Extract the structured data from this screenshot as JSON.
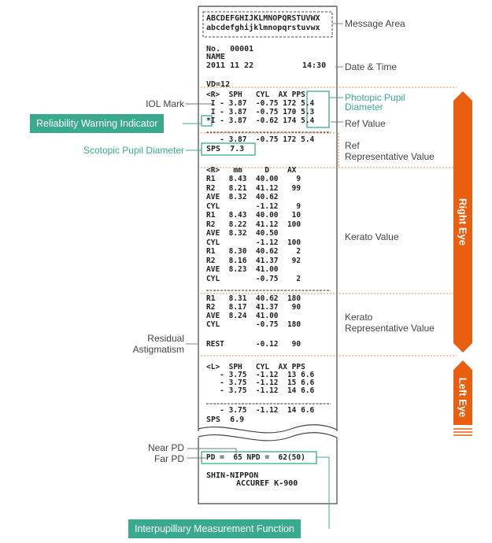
{
  "message_area": {
    "line1": "ABCDEFGHIJKLMNOPQRSTUVWX",
    "line2": "abcdefghijklmnopqrstuvwx"
  },
  "header": {
    "no_line": "No.  00001",
    "name_line": "NAME",
    "date": "2011 11 22",
    "time": "14:30"
  },
  "vd": "VD=12",
  "ref_header": "<R>  SPH   CYL  AX PPS",
  "ref_rows": [
    " I - 3.87  -0.75 172 5.4",
    " I - 3.87  -0.75 170 5.3",
    "*I - 3.87  -0.62 174 5.4"
  ],
  "ref_rep_row": "   - 3.87  -0.75 172 5.4",
  "sps_right": "SPS  7.3",
  "kerato_header": "<R>   mm     D    AX",
  "kerato_rows": [
    "R1   8.43  40.00    9",
    "R2   8.21  41.12   99",
    "AVE  8.32  40.62",
    "CYL        -1.12    9",
    "R1   8.43  40.00   10",
    "R2   8.22  41.12  100",
    "AVE  8.32  40.50",
    "CYL        -1.12  100",
    "R1   8.30  40.62    2",
    "R2   8.16  41.37   92",
    "AVE  8.23  41.00",
    "CYL        -0.75    2"
  ],
  "kerato_rep_rows": [
    "R1   8.31  40.62  180",
    "R2   8.17  41.37   90",
    "AVE  8.24  41.00",
    "CYL        -0.75  180"
  ],
  "rest_row": "REST       -0.12   90",
  "left_header": "<L>  SPH   CYL  AX PPS",
  "left_rows": [
    "   - 3.75  -1.12  13 6.6",
    "   - 3.75  -1.12  15 6.6",
    "   - 3.75  -1.12  14 6.6"
  ],
  "left_rep_row": "   - 3.75  -1.12  14 6.6",
  "sps_left": "SPS  6.9",
  "pd_line": "PD =  65 NPD =  62(50)",
  "maker": "SHIN-NIPPON",
  "model": "ACCUREF K-900",
  "labels": {
    "message_area": "Message Area",
    "date_time": "Date & Time",
    "photopic_1": "Photopic Pupil",
    "photopic_2": "Diameter",
    "ref_value": "Ref Value",
    "ref_rep_1": "Ref",
    "ref_rep_2": "Representative Value",
    "kerato_value": "Kerato Value",
    "kerato_rep_1": "Kerato",
    "kerato_rep_2": "Representative Value",
    "iol_mark": "IOL Mark",
    "reliability": "Reliability Warning Indicator",
    "scotopic": "Scotopic Pupil Diameter",
    "residual_1": "Residual",
    "residual_2": "Astigmatism",
    "near_pd": "Near PD",
    "far_pd": "Far PD",
    "interpupillary": "Interpupillary Measurement Function",
    "right_eye": "Right Eye",
    "left_eye": "Left Eye"
  },
  "colors": {
    "orange": "#ea5e10",
    "green": "#3aaa8f",
    "text": "#444444"
  }
}
